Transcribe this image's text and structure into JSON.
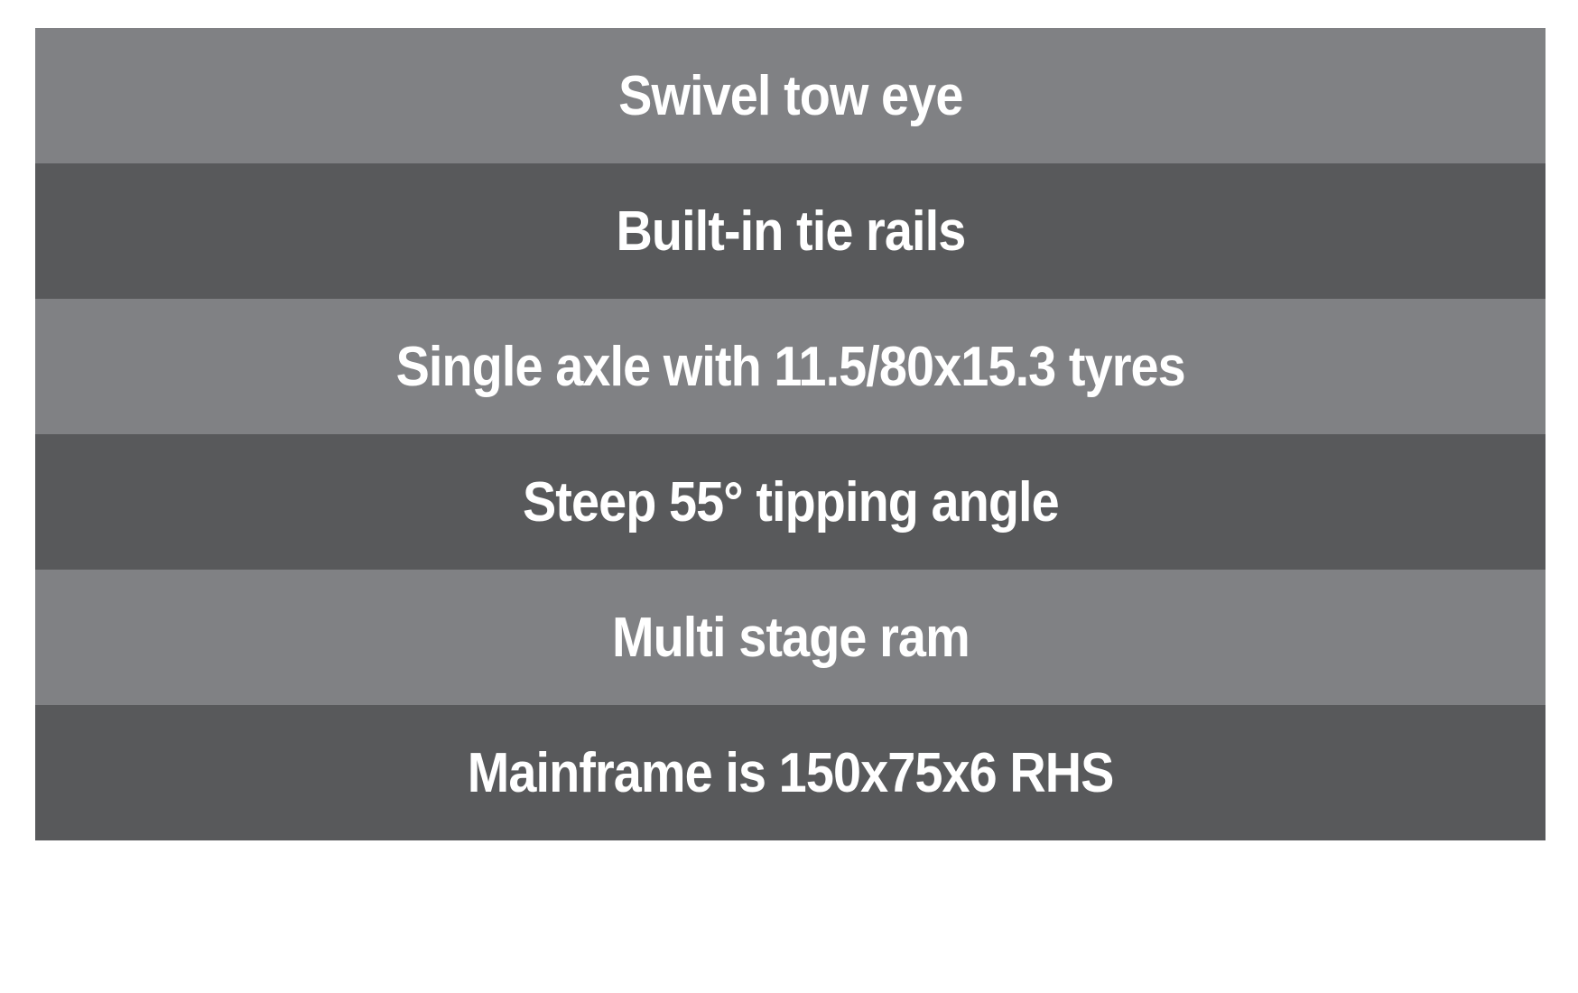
{
  "features": [
    {
      "label": "Swivel tow eye",
      "shade": "light"
    },
    {
      "label": "Built-in tie rails",
      "shade": "dark"
    },
    {
      "label": "Single axle with 11.5/80x15.3 tyres",
      "shade": "light"
    },
    {
      "label": "Steep 55° tipping angle",
      "shade": "dark"
    },
    {
      "label": "Multi stage ram",
      "shade": "light"
    },
    {
      "label": "Mainframe is 150x75x6 RHS",
      "shade": "dark"
    }
  ],
  "colors": {
    "light_row": "#808184",
    "dark_row": "#58595b",
    "text": "#ffffff",
    "background": "#ffffff"
  }
}
